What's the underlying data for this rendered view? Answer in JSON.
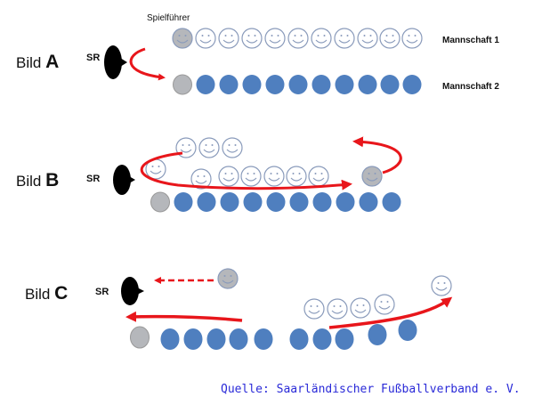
{
  "panels": [
    {
      "label": "Bild",
      "letter": "A",
      "referee": "SR"
    },
    {
      "label": "Bild",
      "letter": "B",
      "referee": "SR"
    },
    {
      "label": "Bild",
      "letter": "C",
      "referee": "SR"
    }
  ],
  "captain_label": "Spielführer",
  "team1_label": "Mannschaft 1",
  "team2_label": "Mannschaft 2",
  "source": "Quelle: Saarländischer Fußballverband e. V.",
  "colors": {
    "arrow": "#e8161b",
    "team2": "#4f7fbf",
    "captain": "#b5b7bb",
    "face_stroke": "#8a9bbb",
    "referee": "#000000",
    "source": "#2a2ad8"
  }
}
